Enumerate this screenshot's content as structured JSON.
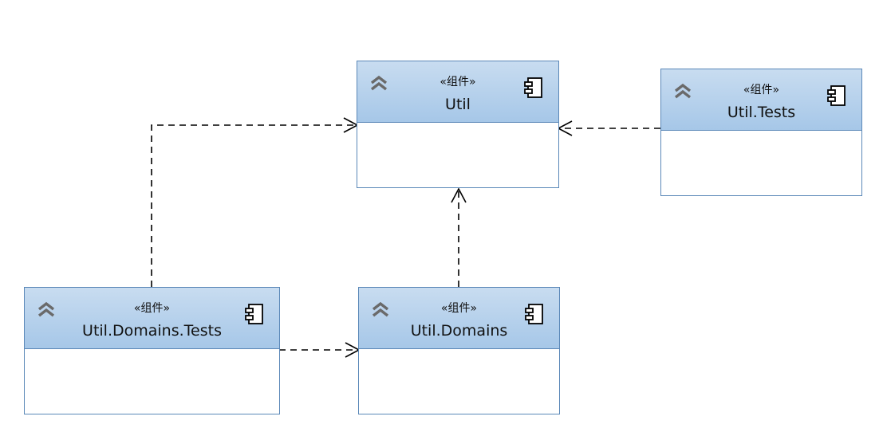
{
  "diagram": {
    "components": [
      {
        "id": "util",
        "name": "Util",
        "stereotype": "«组件»"
      },
      {
        "id": "util-tests",
        "name": "Util.Tests",
        "stereotype": "«组件»"
      },
      {
        "id": "util-domains-tests",
        "name": "Util.Domains.Tests",
        "stereotype": "«组件»"
      },
      {
        "id": "util-domains",
        "name": "Util.Domains",
        "stereotype": "«组件»"
      }
    ],
    "dependencies": [
      {
        "from": "util-domains-tests",
        "to": "util"
      },
      {
        "from": "util-tests",
        "to": "util"
      },
      {
        "from": "util-domains",
        "to": "util"
      },
      {
        "from": "util-domains-tests",
        "to": "util-domains"
      }
    ],
    "colors": {
      "header_top": "#c8dcf0",
      "header_bottom": "#a6c7e8",
      "border": "#5b88b8",
      "connector": "#000000"
    },
    "icons": {
      "collapse": "double-chevron-up-icon",
      "component": "uml-component-icon"
    }
  }
}
